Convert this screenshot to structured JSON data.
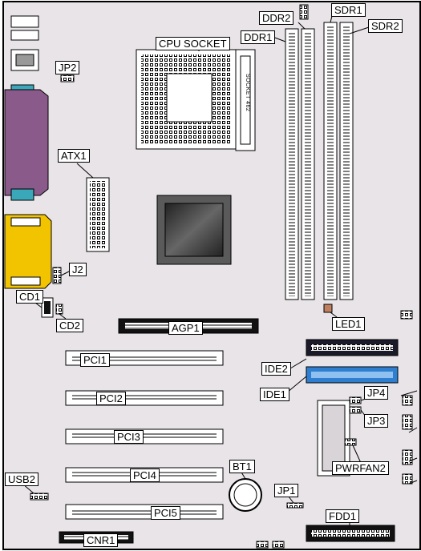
{
  "board": {
    "colors": {
      "pcb": "#e8e4e8",
      "slot": "#ffffff",
      "dark": "#111111",
      "com": "#8a5a8a",
      "vga": "#f2c400",
      "teal": "#3aa8b8",
      "ide2": "#1a1a2a",
      "ide1": "#2f7fd0",
      "chip": "#444444"
    }
  },
  "labels": {
    "ddr2_top": "DDR2",
    "sdr1": "SDR1",
    "sdr2": "SDR2",
    "ddr1": "DDR1",
    "cpu_socket": "CPU SOCKET",
    "socket_text": "SOCKET 462",
    "jp2": "JP2",
    "atx1": "ATX1",
    "j2": "J2",
    "cd1": "CD1",
    "cd2": "CD2",
    "agp1": "AGP1",
    "led1": "LED1",
    "pci1": "PCI1",
    "pci2": "PCI2",
    "pci3": "PCI3",
    "pci4": "PCI4",
    "pci5": "PCI5",
    "ide2": "IDE2",
    "ide1": "IDE1",
    "jp4": "JP4",
    "jp3": "JP3",
    "pwrfan2": "PWRFAN2",
    "bt1": "BT1",
    "jp1": "JP1",
    "usb2": "USB2",
    "fdd1": "FDD1",
    "cnr1": "CNR1"
  }
}
